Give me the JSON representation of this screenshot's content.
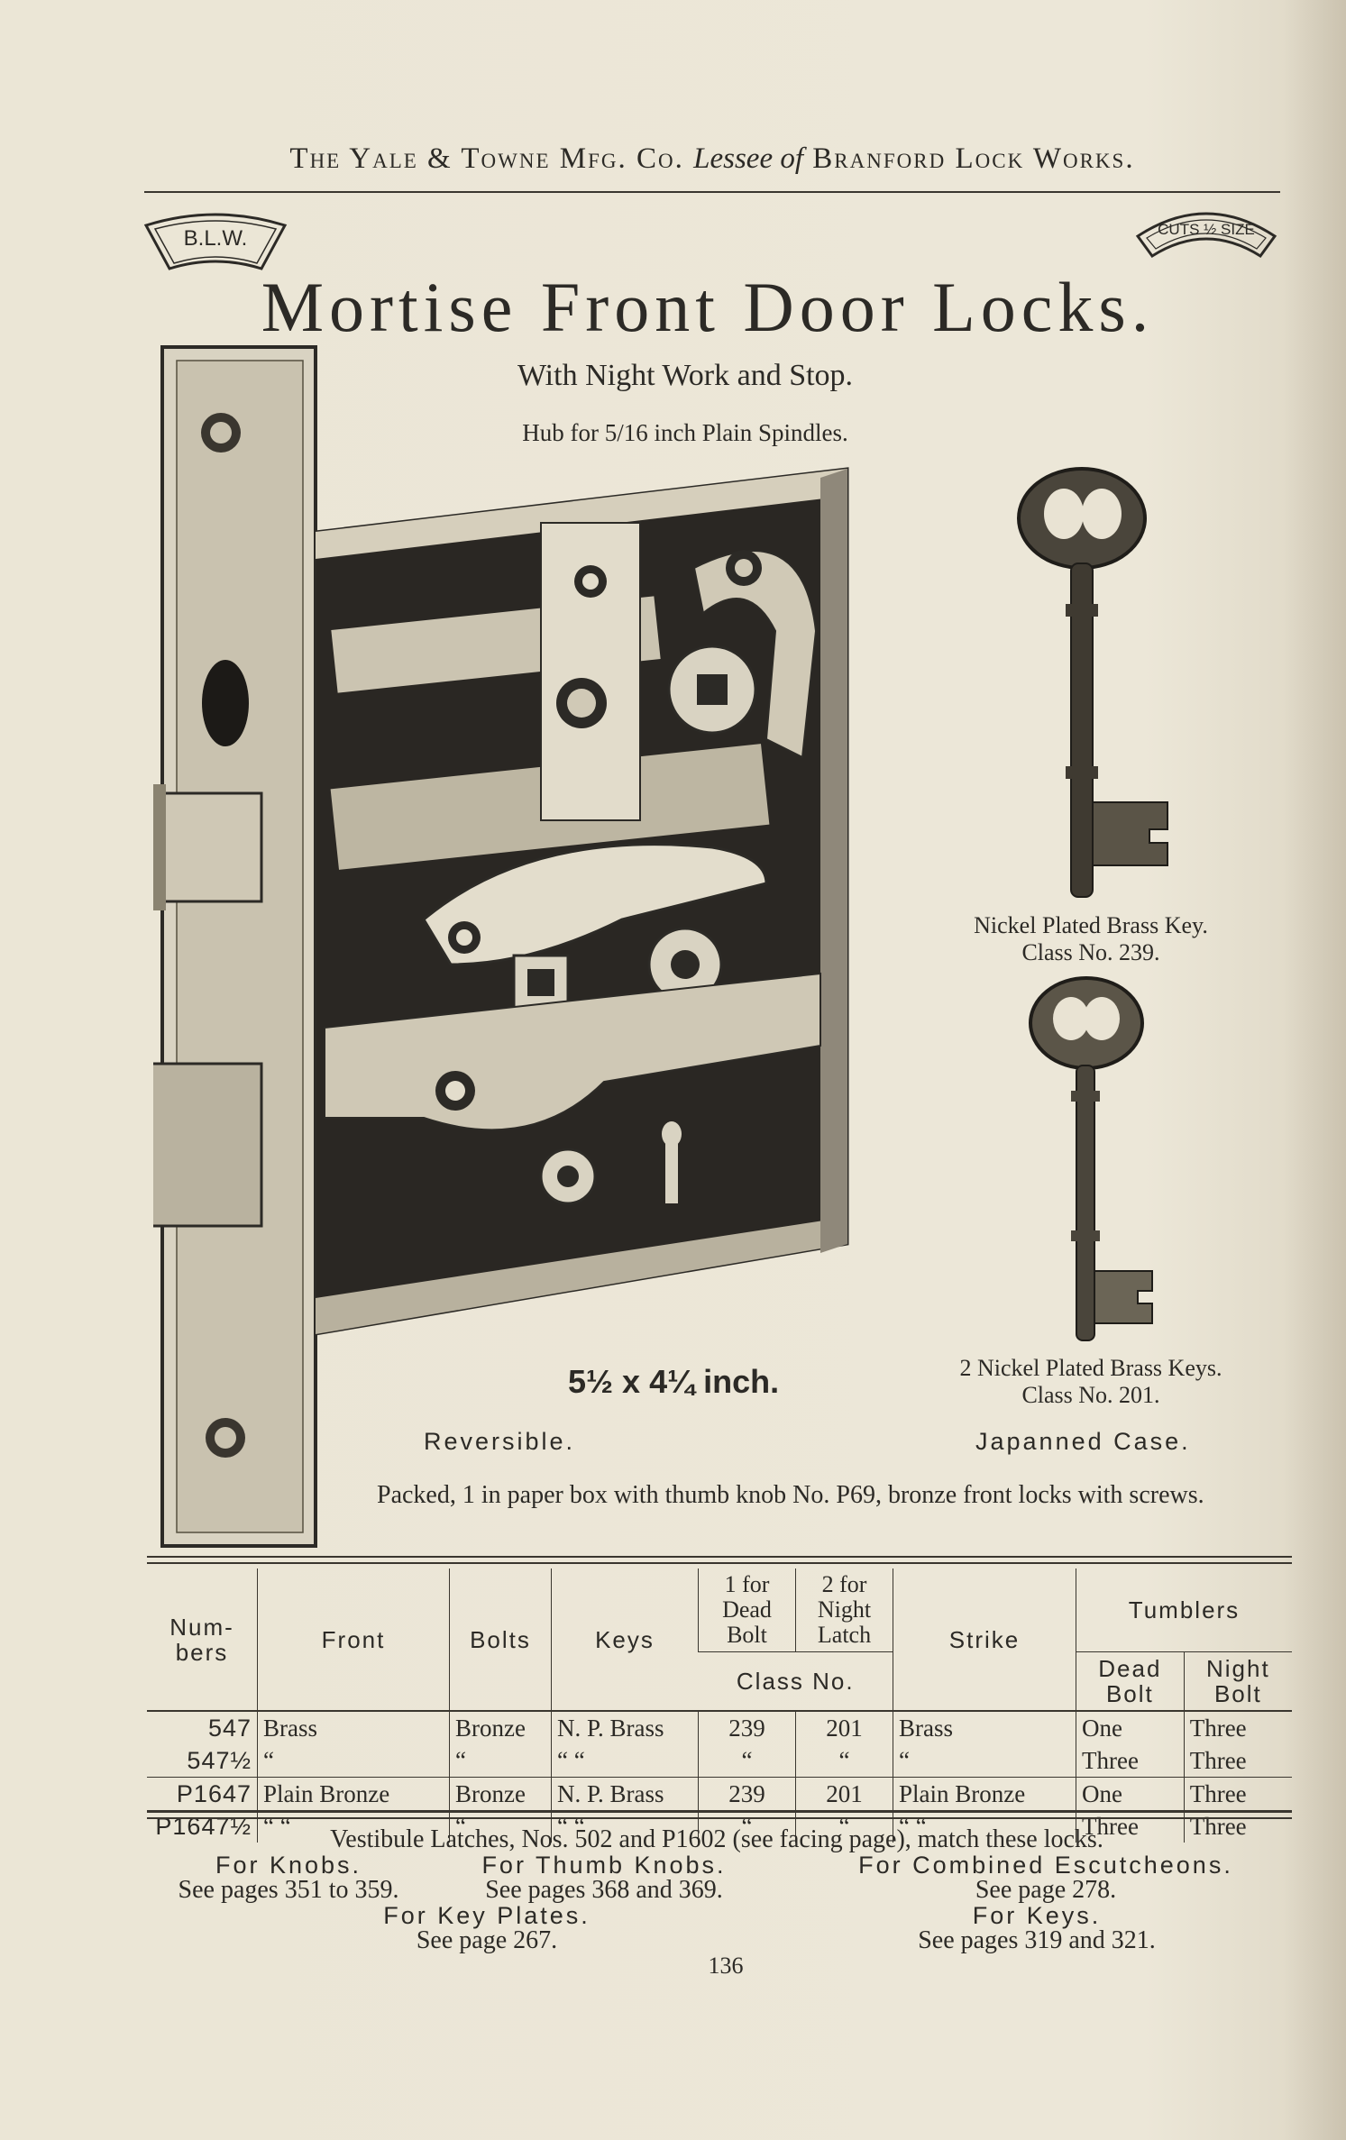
{
  "header": {
    "company": "The Yale & Towne Mfg. Co.",
    "lessee": "Lessee of",
    "works": "Branford Lock Works."
  },
  "badges": {
    "left": "B.L.W.",
    "right": "CUTS ½ SIZE"
  },
  "title": "Mortise Front Door Locks.",
  "subtitle": "With Night Work and Stop.",
  "hub": "Hub for 5/16 inch Plain Spindles.",
  "key1": {
    "line1": "Nickel Plated Brass Key.",
    "line2": "Class No. 239."
  },
  "key2": {
    "line1": "2  Nickel  Plated  Brass  Keys.",
    "line2": "Class No. 201."
  },
  "dims": "5½ x 4¼  inch.",
  "reversible": "Reversible.",
  "case": "Japanned Case.",
  "packed": "Packed, 1 in paper box with thumb knob No. P69, bronze front locks with screws.",
  "table": {
    "headers": {
      "numbers": "Num-bers",
      "front": "Front",
      "bolts": "Bolts",
      "keys": "Keys",
      "dead": "1 for Dead Bolt",
      "night": "2 for Night Latch",
      "class": "Class No.",
      "strike": "Strike",
      "tumblers": "Tumblers",
      "t_dead": "Dead Bolt",
      "t_night": "Night Bolt"
    },
    "rows": [
      {
        "num": "547",
        "front": "Brass",
        "bolts": "Bronze",
        "keys": "N. P. Brass",
        "dead": "239",
        "night": "201",
        "strike": "Brass",
        "tdead": "One",
        "tnight": "Three"
      },
      {
        "num": "547½",
        "front": "“",
        "bolts": "“",
        "keys": "“     “",
        "dead": "“",
        "night": "“",
        "strike": "“",
        "tdead": "Three",
        "tnight": "Three"
      },
      {
        "num": "P1647",
        "front": "Plain Bronze",
        "bolts": "Bronze",
        "keys": "N. P. Brass",
        "dead": "239",
        "night": "201",
        "strike": "Plain   Bronze",
        "tdead": "One",
        "tnight": "Three"
      },
      {
        "num": "P1647½",
        "front": "“       “",
        "bolts": "“",
        "keys": "“     “",
        "dead": "“",
        "night": "“",
        "strike": "“        “",
        "tdead": "Three",
        "tnight": "Three"
      }
    ]
  },
  "footer": {
    "vestibule": "Vestibule Latches, Nos. 502 and P1602 (see facing page), match these locks.",
    "knobs_h": "For Knobs.",
    "knobs_p": "See pages 351 to 359.",
    "thumb_h": "For Thumb Knobs.",
    "thumb_p": "See pages 368 and 369.",
    "esc_h": "For Combined Escutcheons.",
    "esc_p": "See page 278.",
    "plates_h": "For Key Plates.",
    "plates_p": "See page 267.",
    "keys_h": "For Keys.",
    "keys_p": "See pages 319 and 321."
  },
  "page_number": "136",
  "icons": {
    "lock": "mortise-lock-illustration",
    "key1": "skeleton-key-239",
    "key2": "skeleton-key-201"
  }
}
